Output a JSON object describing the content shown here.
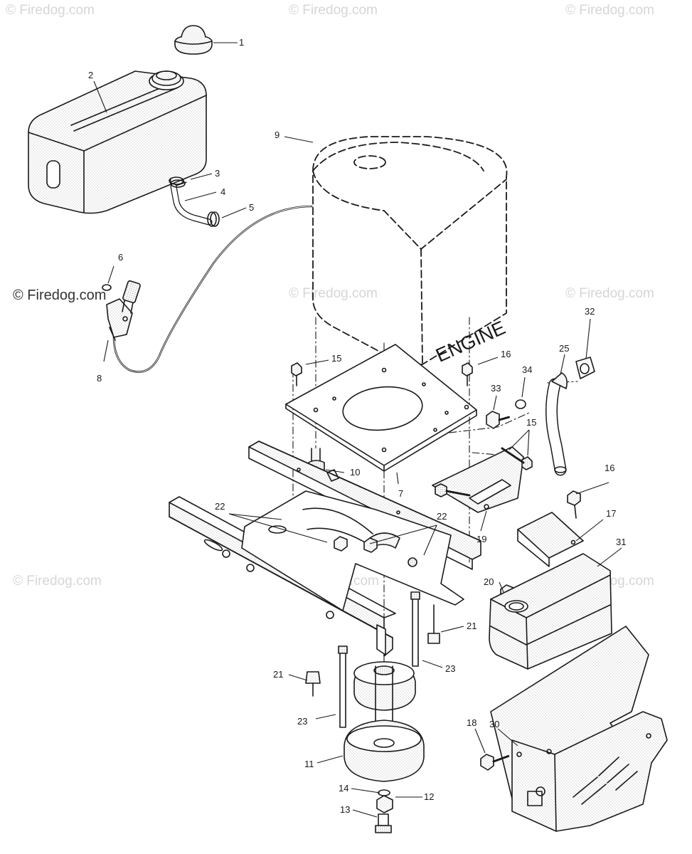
{
  "watermarks": [
    "© Firedog.com",
    "© Firedog.com",
    "© Firedog.com",
    "© Firedog.com",
    "© Firedog.com",
    "© Firedog.com",
    "© Firedog.com",
    "© Firedog.com"
  ],
  "watermark_main": "© Firedog.com",
  "engine_label": "ENGINE",
  "callouts": [
    "1",
    "2",
    "3",
    "4",
    "5",
    "6",
    "8",
    "9",
    "15",
    "16",
    "33",
    "34",
    "25",
    "32",
    "15",
    "10",
    "7",
    "22",
    "22",
    "19",
    "16",
    "17",
    "31",
    "20",
    "21",
    "21",
    "23",
    "23",
    "30",
    "18",
    "11",
    "14",
    "12",
    "13"
  ],
  "colors": {
    "line": "#1a1a1a",
    "stipple": "#bdbdbd",
    "watermark": "#d6d6d6"
  }
}
